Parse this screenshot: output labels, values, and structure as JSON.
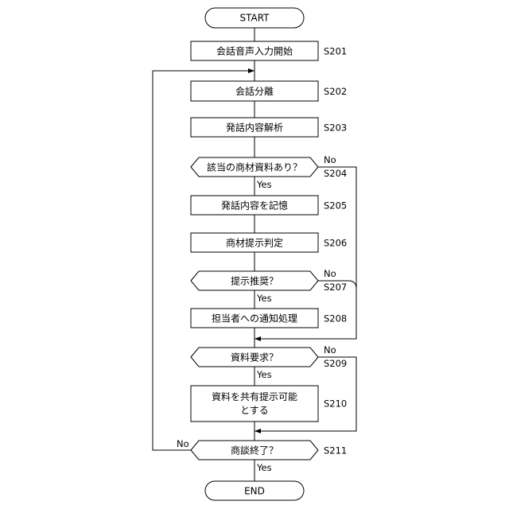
{
  "nodes": {
    "start": "START",
    "s201": "会話音声入力開始",
    "s202": "会話分離",
    "s203": "発話内容解析",
    "s204": "該当の商材資料あり？",
    "s205": "発話内容を記憶",
    "s206": "商材提示判定",
    "s207": "提示推奨？",
    "s208": "担当者への通知処理",
    "s209": "資料要求？",
    "s210_line1": "資料を共有提示可能",
    "s210_line2": "とする",
    "s211": "商談終了？",
    "end": "END"
  },
  "steps": {
    "s201": "S201",
    "s202": "S202",
    "s203": "S203",
    "s204": "S204",
    "s205": "S205",
    "s206": "S206",
    "s207": "S207",
    "s208": "S208",
    "s209": "S209",
    "s210": "S210",
    "s211": "S211"
  },
  "branches": {
    "s204_no": "No",
    "s204_yes": "Yes",
    "s207_no": "No",
    "s207_yes": "Yes",
    "s209_no": "No",
    "s209_yes": "Yes",
    "s211_no": "No",
    "s211_yes": "Yes"
  }
}
